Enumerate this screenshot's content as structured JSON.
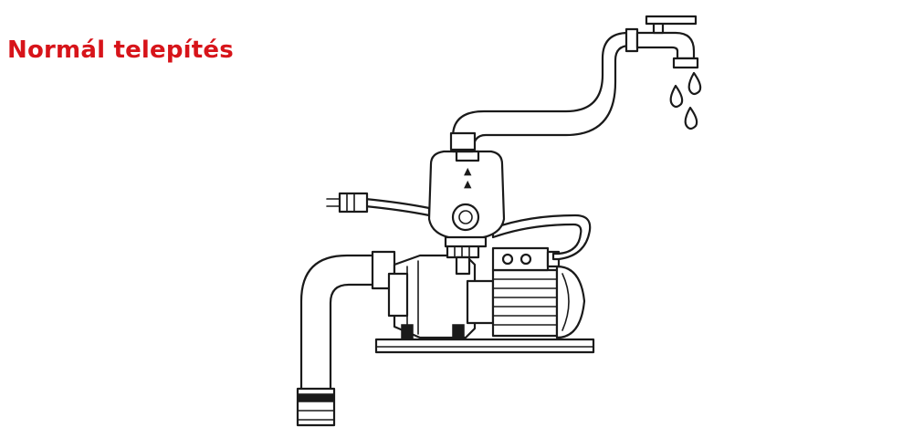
{
  "title": "Normál telepítés",
  "colors": {
    "title": "#d7141a",
    "line": "#1a1a1a"
  },
  "icons": {
    "faucet": "faucet-icon",
    "drops": "water-drop-icon",
    "controller": "pressure-controller",
    "plug": "power-plug",
    "pump": "electric-pump"
  }
}
